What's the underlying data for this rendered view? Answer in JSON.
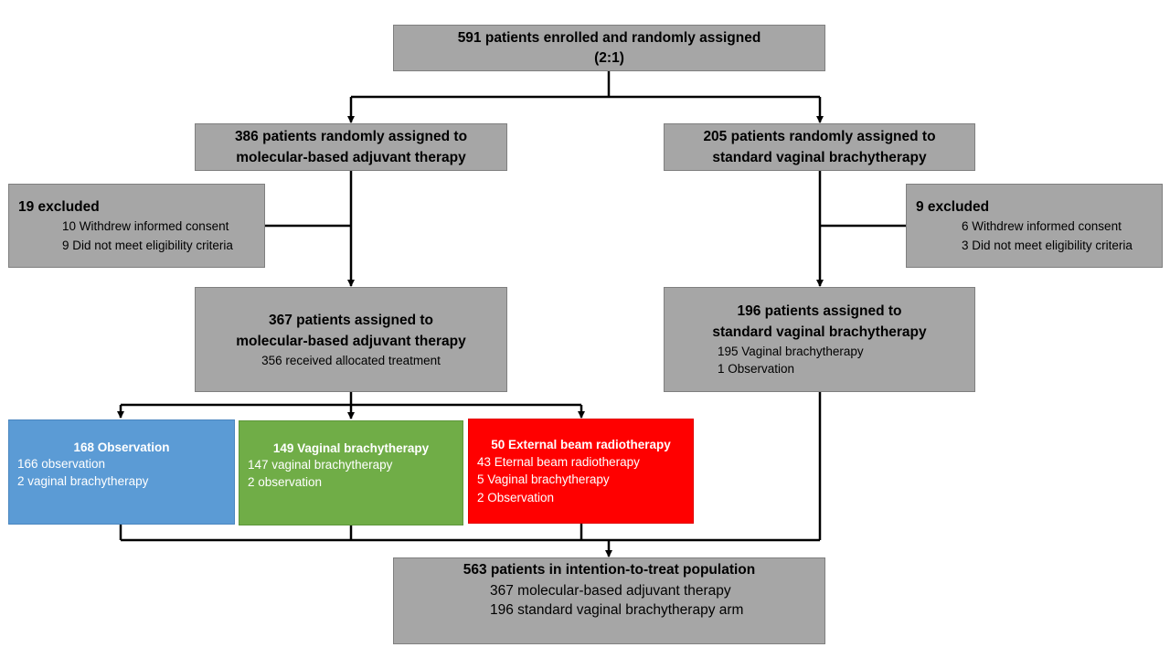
{
  "colors": {
    "gray": "#a6a6a6",
    "blue": "#5b9bd5",
    "green": "#70ad47",
    "red": "#ff0000",
    "line": "#000000"
  },
  "enrolled": {
    "line1": "591 patients enrolled and randomly assigned",
    "line2": "(2:1)"
  },
  "arm_molecular": {
    "line1": "386 patients randomly assigned to",
    "line2": "molecular-based adjuvant therapy"
  },
  "arm_standard": {
    "line1": "205 patients randomly assigned to",
    "line2": "standard vaginal brachytherapy"
  },
  "excluded_left": {
    "title": "19 excluded",
    "items": [
      "10 Withdrew informed consent",
      "9 Did not meet eligibility criteria"
    ]
  },
  "excluded_right": {
    "title": "9 excluded",
    "items": [
      "6 Withdrew informed consent",
      "3 Did not meet eligibility criteria"
    ]
  },
  "assigned_molecular": {
    "line1": "367 patients assigned to",
    "line2": "molecular-based adjuvant therapy",
    "detail": "356 received allocated treatment"
  },
  "assigned_standard": {
    "line1": "196 patients assigned to",
    "line2": "standard vaginal brachytherapy",
    "items": [
      "195 Vaginal brachytherapy",
      "1 Observation"
    ]
  },
  "observation": {
    "title": "168 Observation",
    "items": [
      "166 observation",
      "2 vaginal brachytherapy"
    ]
  },
  "vaginal": {
    "title": "149 Vaginal brachytherapy",
    "items": [
      "147 vaginal brachytherapy",
      "2 observation"
    ]
  },
  "external": {
    "title": "50 External beam radiotherapy",
    "items": [
      "43 Eternal beam radiotherapy",
      "5 Vaginal brachytherapy",
      "2 Observation"
    ]
  },
  "itt": {
    "title": "563 patients in intention-to-treat population",
    "items": [
      "367 molecular-based adjuvant therapy",
      "196 standard vaginal brachytherapy arm"
    ]
  }
}
